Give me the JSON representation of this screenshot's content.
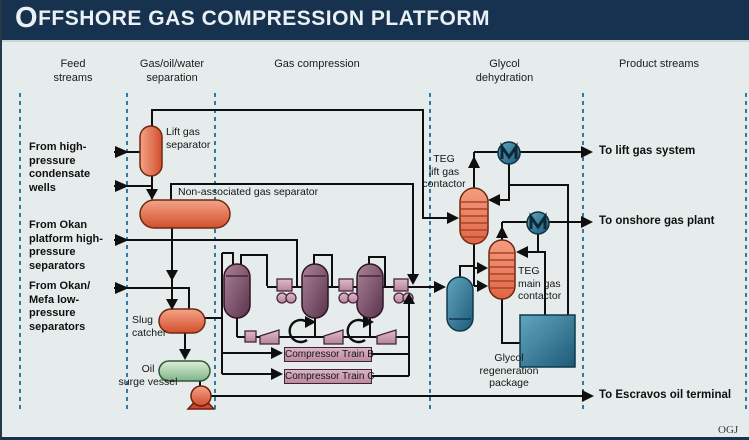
{
  "title": {
    "initial": "O",
    "rest": "FFSHORE GAS COMPRESSION PLATFORM"
  },
  "credit": "OGJ",
  "headers": [
    {
      "lines": [
        "Feed",
        "streams"
      ]
    },
    {
      "lines": [
        "Gas/oil/water",
        "separation"
      ]
    },
    {
      "lines": [
        "Gas compression"
      ]
    },
    {
      "lines": [
        "Glycol",
        "dehydration"
      ]
    },
    {
      "lines": [
        "Product streams"
      ]
    }
  ],
  "feed_streams": [
    {
      "lines": [
        "From  high-",
        "pressure",
        "condensate",
        "wells"
      ]
    },
    {
      "lines": [
        "From  Okan",
        "platform high-",
        "pressure",
        "separators"
      ]
    },
    {
      "lines": [
        "From  Okan/",
        "Mefa low-",
        "pressure",
        "separators"
      ]
    }
  ],
  "equipment": {
    "lift_gas_separator": {
      "lines": [
        "Lift gas",
        "separator"
      ]
    },
    "non_associated_separator": {
      "lines": [
        "Non-associated gas separator"
      ]
    },
    "slug_catcher": {
      "lines": [
        "Slug",
        "catcher"
      ]
    },
    "oil_surge_vessel": {
      "lines": [
        "Oil",
        "surge vessel"
      ]
    },
    "teg_lift_contactor": {
      "lines": [
        "TEG",
        "lift gas",
        "contactor"
      ]
    },
    "teg_main_contactor": {
      "lines": [
        "TEG",
        "main gas",
        "contactor"
      ]
    },
    "glycol_regeneration": {
      "lines": [
        "Glycol",
        "regeneration",
        "package"
      ]
    }
  },
  "compressor_trains": [
    {
      "label": "Compressor Train B"
    },
    {
      "label": "Compressor Train C"
    }
  ],
  "product_streams": [
    {
      "label": "To lift gas system"
    },
    {
      "label": "To onshore gas plant"
    },
    {
      "label": "To Escravos oil terminal"
    }
  ],
  "colors": {
    "header_bar": "#16324e",
    "background": "#e6eceb",
    "line": "#0f0f0f",
    "divider": "#2e7ca6",
    "vessel_salmon": "#e06a43",
    "vessel_purple": "#7c5068",
    "vessel_green": "#9cc8a0",
    "vessel_teal": "#2f7392",
    "compressor_pink": "#c796ab",
    "title_text": "#eaf0f4"
  }
}
